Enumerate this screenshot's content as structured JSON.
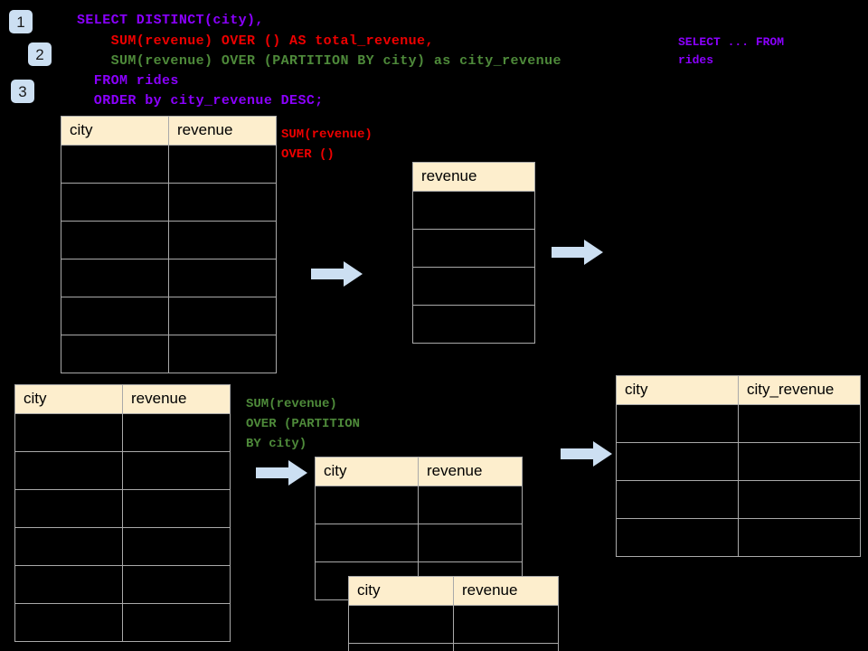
{
  "query": {
    "lines": [
      {
        "text": "SELECT DISTINCT(city),",
        "color": "violet"
      },
      {
        "text": "    SUM(revenue) OVER () AS total_revenue,",
        "color": "red"
      },
      {
        "text": "    SUM(revenue) OVER (PARTITION BY city) as city_revenue",
        "color": "green"
      },
      {
        "text": "  FROM rides",
        "color": "violet"
      },
      {
        "text": "  ORDER by city_revenue DESC;",
        "color": "violet"
      }
    ]
  },
  "badges": [
    {
      "label": "1"
    },
    {
      "label": "2"
    },
    {
      "label": "3"
    }
  ],
  "annotations": {
    "top_right": "SELECT ... FROM\nrides",
    "total_revenue": "SUM(revenue)\nOVER ()",
    "city_revenue": "SUM(revenue)\nOVER (PARTITION\nBY city)"
  },
  "colors": {
    "violet": "#8b00ff",
    "red": "#ee0000",
    "green": "#4e8a3a",
    "header_fill": "#fdeecd",
    "badge_fill": "#ccdff2",
    "arrow_fill": "#ccdff2",
    "grid_line": "#a9a9a9",
    "background": "#000000"
  },
  "tables": {
    "rides_top": {
      "headers": [
        "city",
        "revenue"
      ],
      "body_rows": 6,
      "rows": [
        [
          "",
          ""
        ],
        [
          "",
          ""
        ],
        [
          "",
          ""
        ],
        [
          "",
          ""
        ],
        [
          "",
          ""
        ],
        [
          "",
          ""
        ]
      ]
    },
    "total_revenue": {
      "headers": [
        "revenue"
      ],
      "body_rows": 4,
      "rows": [
        [
          ""
        ],
        [
          ""
        ],
        [
          ""
        ],
        [
          ""
        ]
      ]
    },
    "rides_bottom": {
      "headers": [
        "city",
        "revenue"
      ],
      "body_rows": 6,
      "rows": [
        [
          "",
          ""
        ],
        [
          "",
          ""
        ],
        [
          "",
          ""
        ],
        [
          "",
          ""
        ],
        [
          "",
          ""
        ],
        [
          "",
          ""
        ]
      ]
    },
    "partition_upper": {
      "headers": [
        "city",
        "revenue"
      ],
      "body_rows": 3,
      "rows": [
        [
          "",
          ""
        ],
        [
          "",
          ""
        ],
        [
          "",
          ""
        ]
      ]
    },
    "partition_lower": {
      "headers": [
        "city",
        "revenue"
      ],
      "body_rows": 2,
      "rows": [
        [
          "",
          ""
        ],
        [
          "",
          ""
        ]
      ]
    },
    "result": {
      "headers": [
        "city",
        "city_revenue"
      ],
      "body_rows": 4,
      "rows": [
        [
          "",
          ""
        ],
        [
          "",
          ""
        ],
        [
          "",
          ""
        ],
        [
          "",
          ""
        ]
      ]
    }
  },
  "arrows": [
    {
      "name": "arrow-rides-to-total"
    },
    {
      "name": "arrow-total-to-result"
    },
    {
      "name": "arrow-rides-to-partition"
    },
    {
      "name": "arrow-partition-to-result"
    }
  ]
}
